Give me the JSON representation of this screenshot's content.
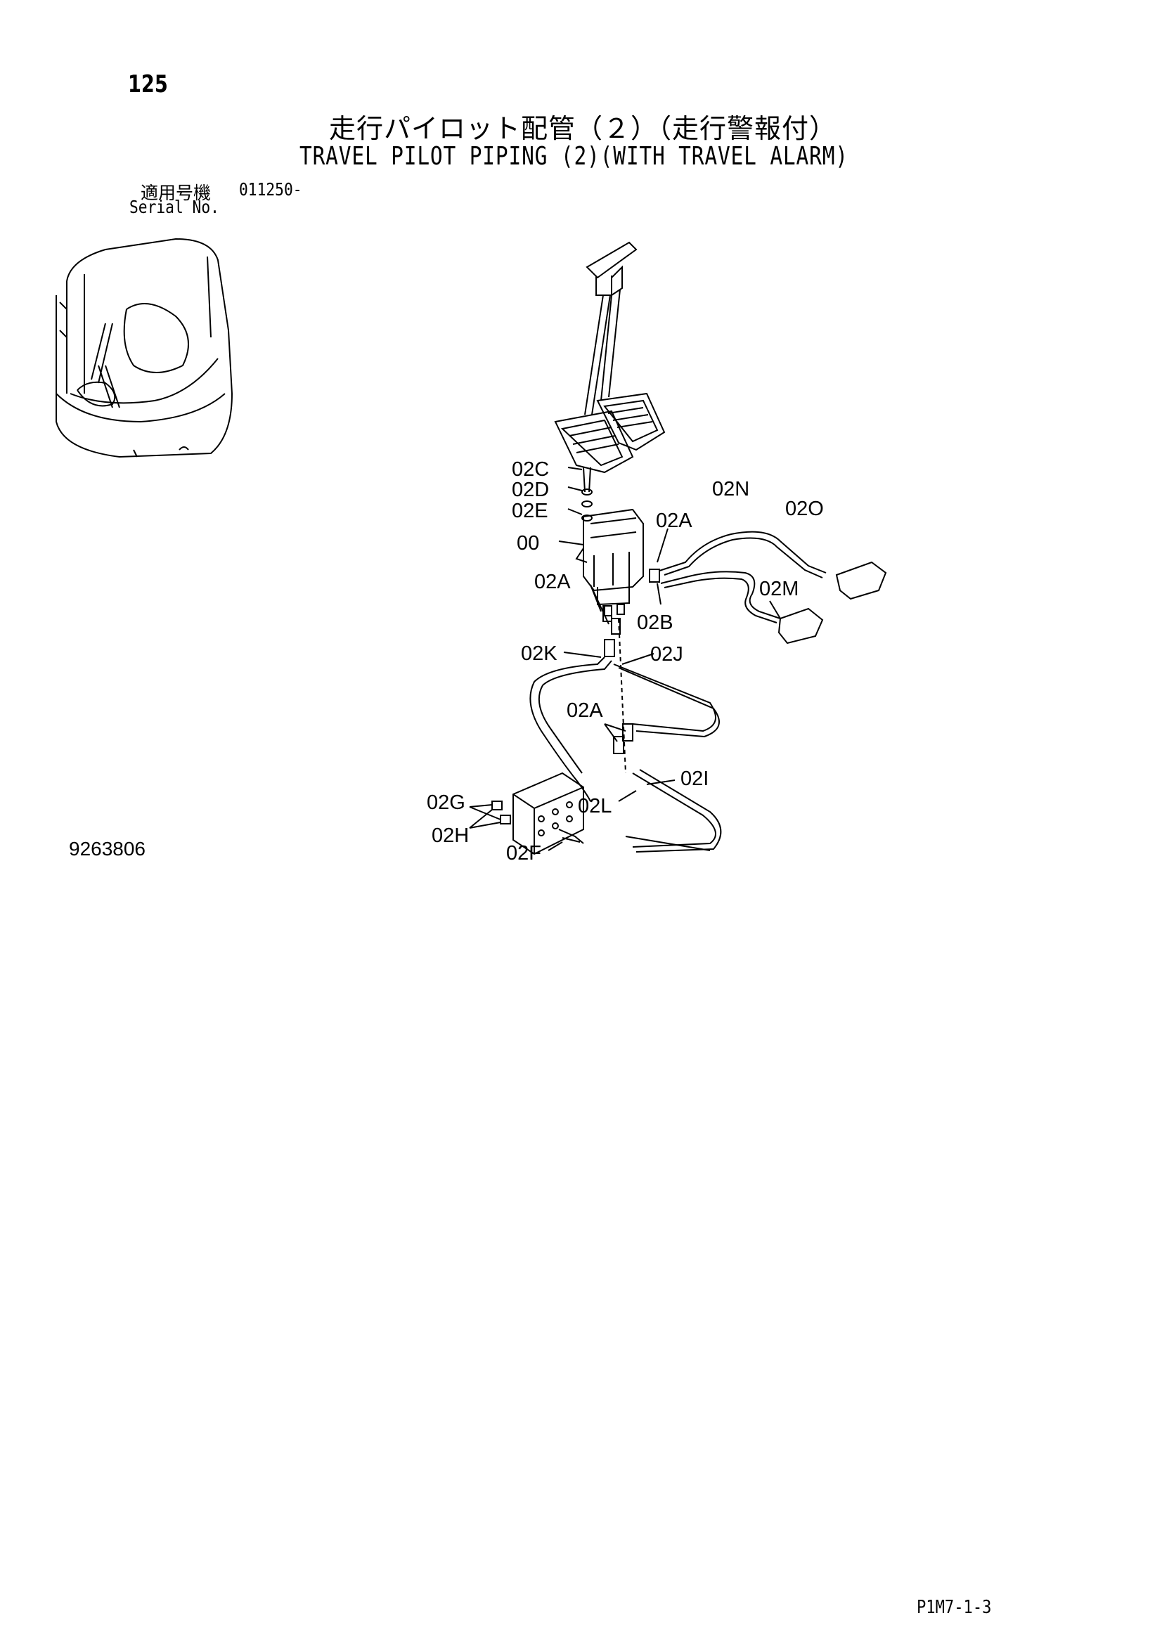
{
  "header": {
    "page_number": "125",
    "title_ja": "走行パイロット配管（２）（走行警報付）",
    "title_en": "TRAVEL PILOT PIPING (2)(WITH TRAVEL ALARM)",
    "serial_label_ja": "適用号機",
    "serial_value": "011250-",
    "serial_label_en": "Serial No."
  },
  "diagram": {
    "part_labels": [
      "02C",
      "02D",
      "02E",
      "00",
      "02A",
      "02N",
      "02O",
      "02A",
      "02B",
      "02M",
      "02K",
      "02J",
      "02A",
      "02I",
      "02G",
      "02L",
      "02H",
      "02F"
    ]
  },
  "footer": {
    "drawing_number": "9263806",
    "page_code": "P1M7-1-3"
  }
}
